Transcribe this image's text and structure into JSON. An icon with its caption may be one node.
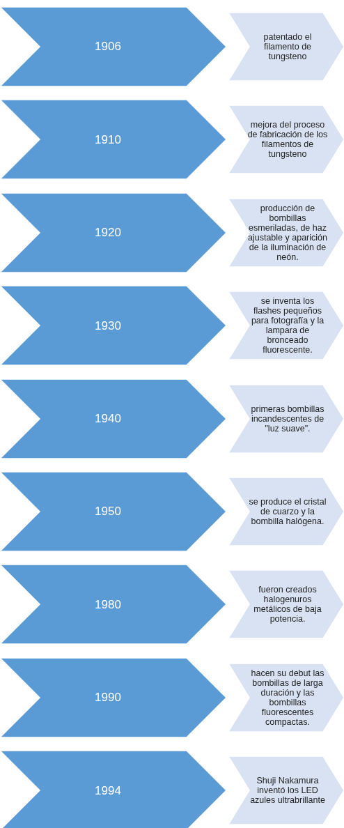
{
  "diagram": {
    "nodes": [
      {
        "text": [
          "1906"
        ]
      },
      {
        "text": [
          "patentado el filamento de tungsteno"
        ]
      },
      {
        "text": [
          "1910"
        ]
      },
      {
        "text": [
          "mejora del proceso de fabricación de los filamentos de tungsteno"
        ]
      },
      {
        "text": [
          "1920"
        ]
      },
      {
        "text": [
          "producción de bombillas esmeriladas, de haz ajustable y aparición de la iluminación de neón."
        ]
      },
      {
        "text": [
          "1930"
        ]
      },
      {
        "text": [
          "se inventa los flashes pequeños para fotografía y la lampara de bronceado fluorescente."
        ]
      },
      {
        "text": [
          "1940"
        ]
      },
      {
        "text": [
          "primeras bombillas incandescentes de \"luz suave\"."
        ]
      },
      {
        "text": [
          "1950"
        ]
      },
      {
        "text": [
          "se produce el cristal de cuarzo y la bombilla halógena."
        ]
      },
      {
        "text": [
          "1980"
        ]
      },
      {
        "text": [
          "fueron creados halogenuros metálicos de baja potencia."
        ]
      },
      {
        "text": [
          "1990"
        ]
      },
      {
        "text": [
          "hacen su debut las bombillas de larga duración y las bombillas fluorescentes compactas."
        ]
      },
      {
        "text": [
          "1994"
        ]
      },
      {
        "text": [
          "Shuji Nakamura inventó los LED azules ultrabrillante"
        ]
      }
    ]
  }
}
